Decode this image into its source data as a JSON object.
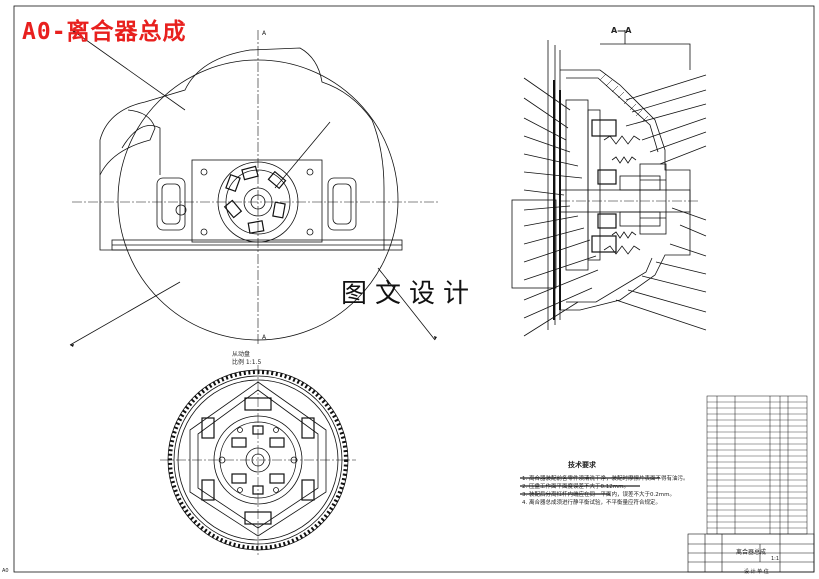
{
  "drawing": {
    "title": "A0-离合器总成",
    "watermark": "图文设计",
    "side_view_label": "A—A",
    "section_label": "A",
    "section_label_2": "A",
    "bottom_view_title": "从动盘",
    "bottom_view_scale": "比例 1:1.5",
    "tech_requirements_title": "技术要求",
    "tech_requirements": [
      "1. 离合器装配前各零件须清洗干净，装配时摩擦片表面不得有油污。",
      "2. 压盘工作面平面度误差不大于0.12mm。",
      "3. 装配后分离杠杆内端应在同一平面内，误差不大于0.2mm。",
      "4. 离合器总成须进行静平衡试验，不平衡量应符合规定。"
    ],
    "title_block_name": "离合器总成",
    "title_block_scale": "1:1",
    "title_block_company": "设 计 单 位",
    "page_note": "A0"
  },
  "colors": {
    "title": "#e8201e",
    "line": "#111111",
    "paper": "#ffffff"
  }
}
